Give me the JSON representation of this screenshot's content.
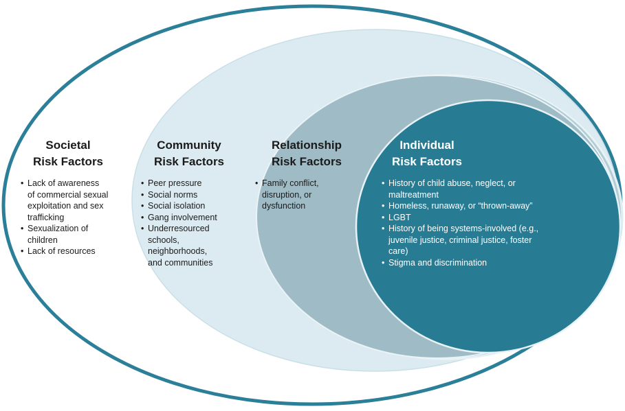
{
  "levels": [
    {
      "id": "societal",
      "title_line1": "Societal",
      "title_line2": "Risk Factors",
      "items": [
        "Lack of awareness of commercial sexual exploitation and sex trafficking",
        "Sexualization of children",
        "Lack of resources"
      ]
    },
    {
      "id": "community",
      "title_line1": "Community",
      "title_line2": "Risk Factors",
      "items": [
        "Peer pressure",
        "Social norms",
        "Social isolation",
        "Gang involvement",
        "Underresourced schools, neighborhoods, and communities"
      ]
    },
    {
      "id": "relationship",
      "title_line1": "Relationship",
      "title_line2": "Risk Factors",
      "items": [
        "Family conflict, disruption, or dysfunction"
      ]
    },
    {
      "id": "individual",
      "title_line1": "Individual",
      "title_line2": "Risk Factors",
      "items": [
        "History of child abuse, neglect, or maltreatment",
        "Homeless, runaway, or “thrown-away”",
        "LGBT",
        "History of being systems-involved (e.g., juvenile justice, criminal justice, foster care)",
        "Stigma and discrimination"
      ]
    }
  ],
  "colors": {
    "outer_stroke": "#2b7f98",
    "community_fill": "#dcebf1",
    "relationship_fill": "#9fbcc6",
    "individual_fill": "#277c94",
    "ring_stroke": "#e8f2f6"
  }
}
